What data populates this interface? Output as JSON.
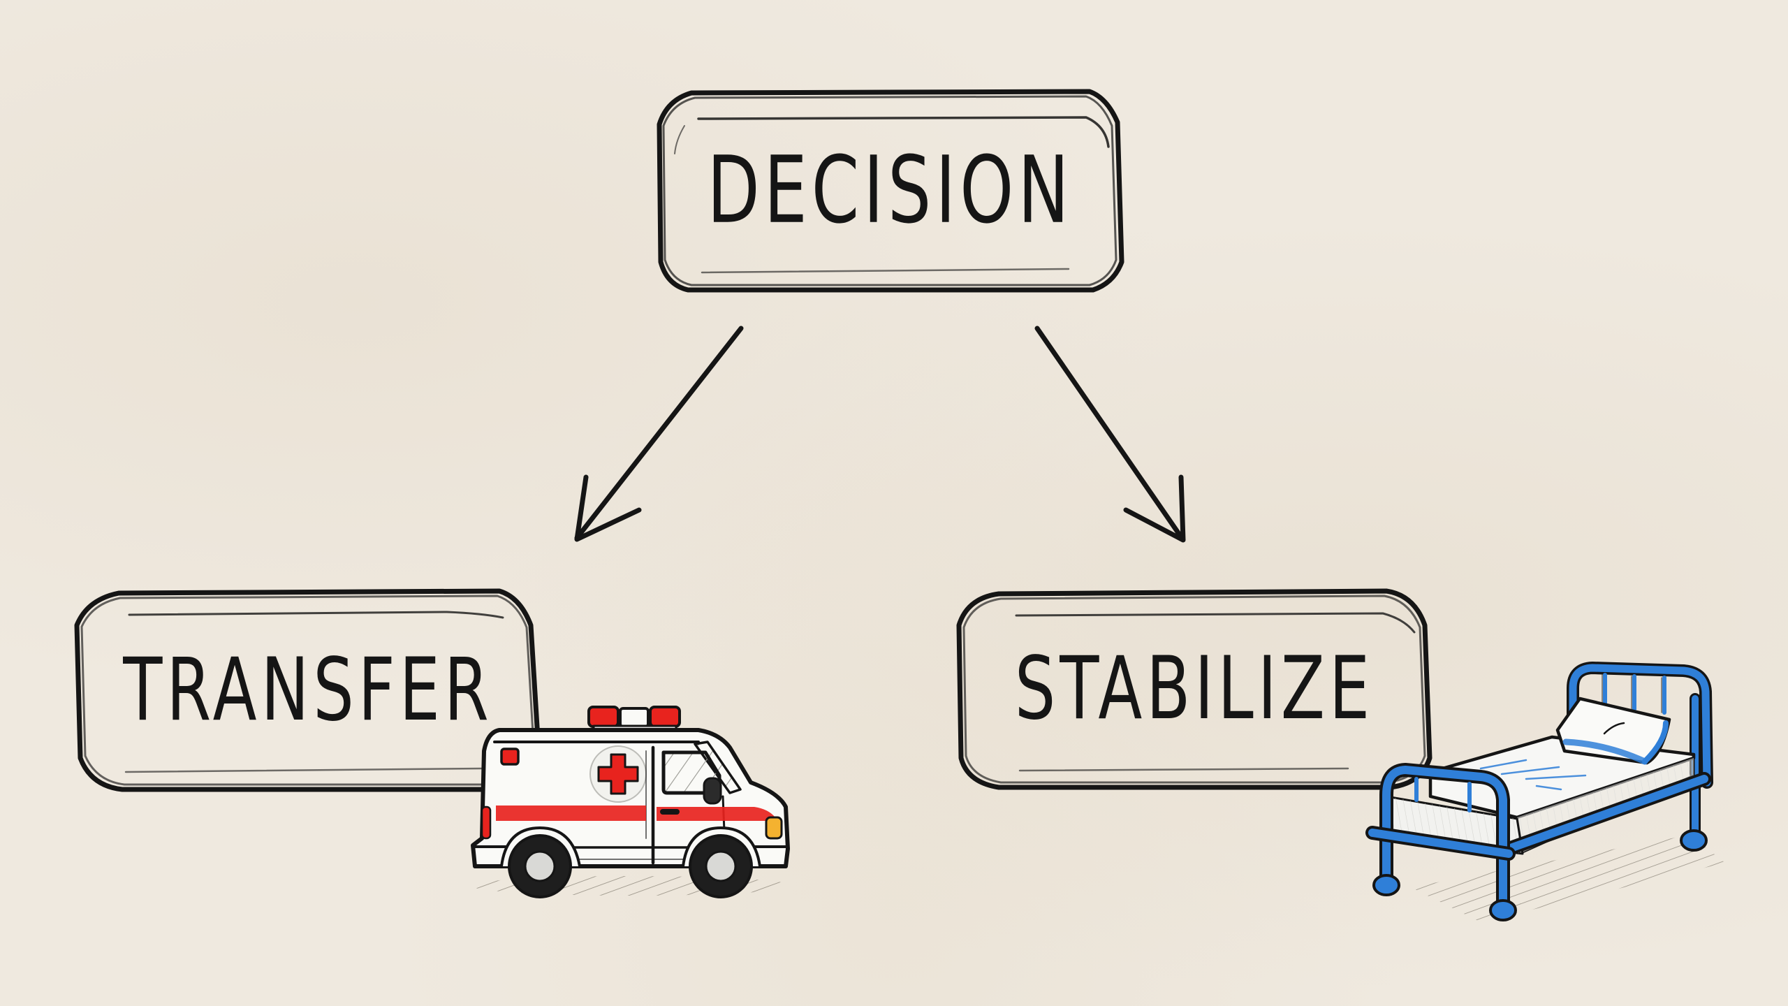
{
  "diagram": {
    "type": "decision-tree",
    "background_color": "#EFE9DF",
    "stroke_color": "#151515",
    "nodes": {
      "root": {
        "label": "DECISION"
      },
      "left": {
        "label": "TRANSFER",
        "illustration": "ambulance-icon"
      },
      "right": {
        "label": "STABILIZE",
        "illustration": "hospital-bed-icon"
      }
    },
    "edges": [
      {
        "from": "DECISION",
        "to": "TRANSFER",
        "style": "arrow"
      },
      {
        "from": "DECISION",
        "to": "STABILIZE",
        "style": "arrow"
      }
    ],
    "colors": {
      "ambulance_red": "#E8231E",
      "ambulance_body": "#FAFAF7",
      "bed_blue": "#2F7FD8",
      "mattress": "#F7F7F5"
    }
  }
}
